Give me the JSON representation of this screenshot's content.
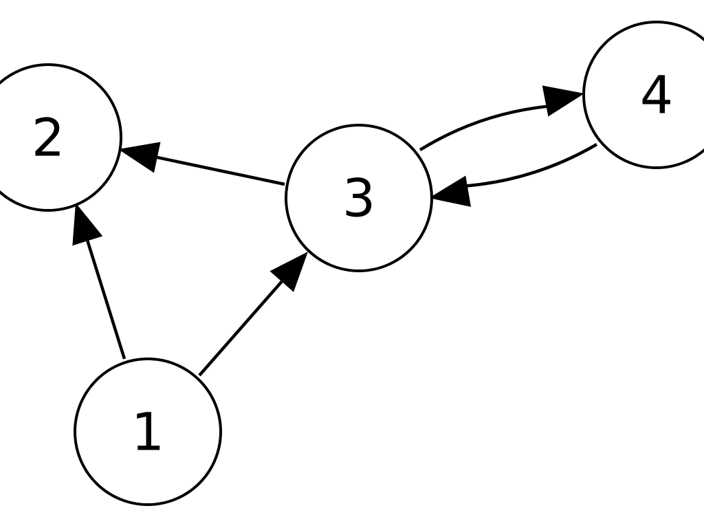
{
  "colors": {
    "background": "#ffffff",
    "stroke": "#000000",
    "node_fill": "#ffffff",
    "text": "#000000"
  },
  "nodes": [
    {
      "id": "1",
      "label": "1"
    },
    {
      "id": "2",
      "label": "2"
    },
    {
      "id": "3",
      "label": "3"
    },
    {
      "id": "4",
      "label": "4"
    }
  ],
  "edges": [
    {
      "from": "1",
      "to": "2"
    },
    {
      "from": "1",
      "to": "3"
    },
    {
      "from": "3",
      "to": "2"
    },
    {
      "from": "3",
      "to": "4"
    },
    {
      "from": "4",
      "to": "3"
    }
  ]
}
